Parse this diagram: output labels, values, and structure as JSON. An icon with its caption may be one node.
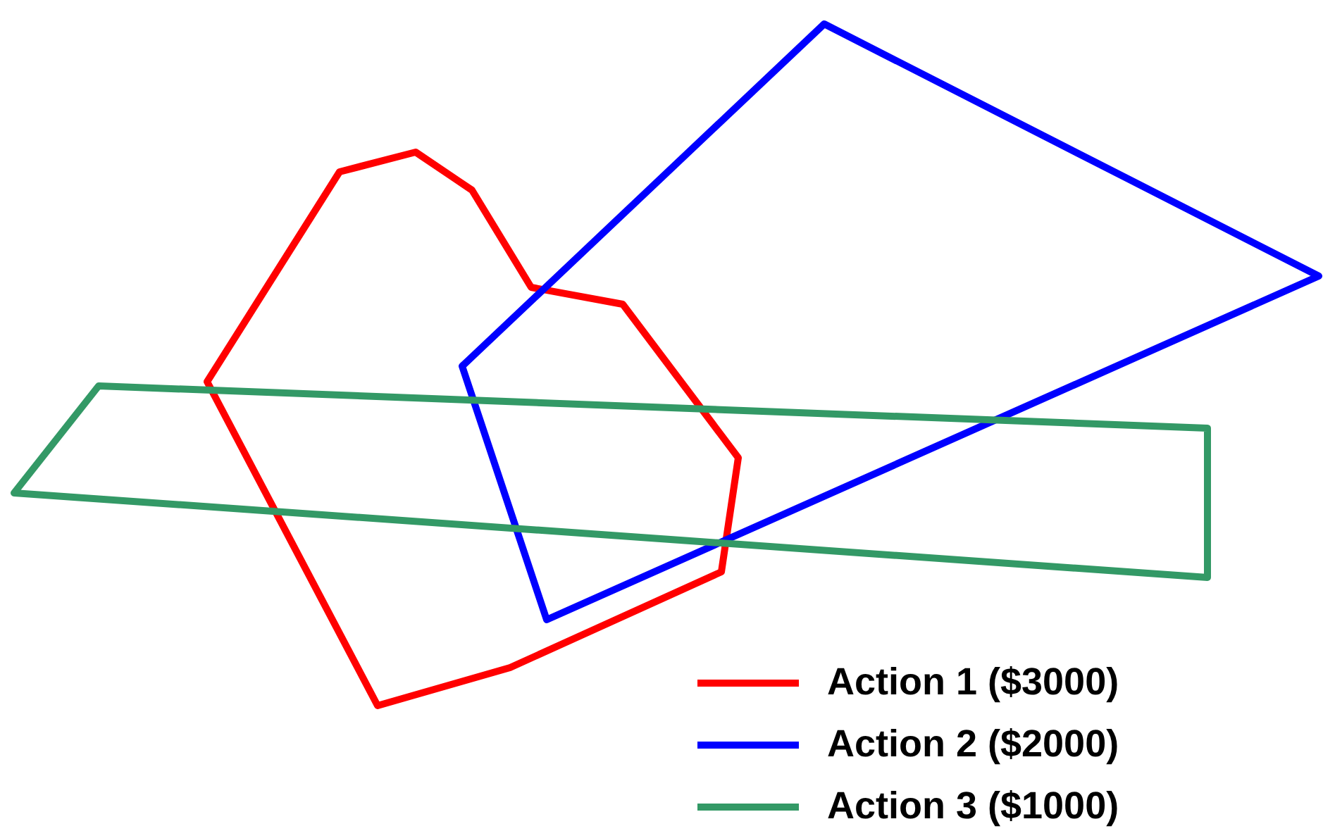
{
  "diagram": {
    "legend": [
      {
        "text": "Action 1 ($3000)"
      },
      {
        "text": "Action 2 ($2000)"
      },
      {
        "text": "Action 3 ($1000)"
      }
    ]
  }
}
